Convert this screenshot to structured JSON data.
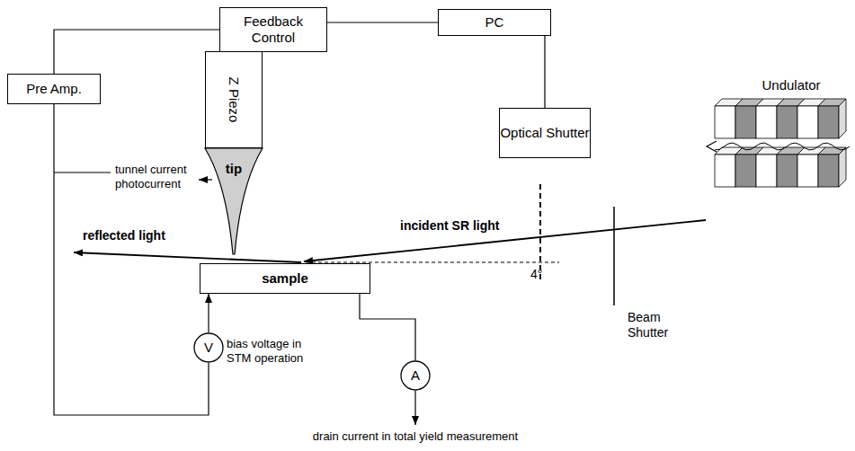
{
  "diagram": {
    "nodes": [
      {
        "text": [
          "Feedback Control"
        ]
      },
      {
        "text": [
          "PC"
        ]
      },
      {
        "text": [
          "Pre Amp."
        ]
      },
      {
        "text": [
          "Z Piezo"
        ]
      },
      {
        "text": [
          "tip"
        ]
      },
      {
        "text": [
          "Optical Shutter"
        ]
      },
      {
        "text": [
          "sample"
        ]
      },
      {
        "text": [
          "V"
        ]
      },
      {
        "text": [
          "A"
        ]
      }
    ],
    "edges": [
      {
        "from": 0,
        "to": 1,
        "arrow": "none"
      },
      {
        "from": 2,
        "to": 0,
        "arrow": "none"
      },
      {
        "from": 1,
        "to": 5,
        "arrow": "none"
      },
      {
        "from": 2,
        "to": 7,
        "arrow": "none"
      },
      {
        "from": 7,
        "to": 6,
        "arrow": "to"
      },
      {
        "from": 6,
        "to": 8,
        "arrow": "none"
      }
    ],
    "labels": [
      "tunnel current photocurrent",
      "reflected light",
      "incident SR light",
      "4°",
      "Beam Shutter",
      "Undulator",
      "bias voltage in STM operation",
      "drain current in total yield measurement"
    ]
  }
}
